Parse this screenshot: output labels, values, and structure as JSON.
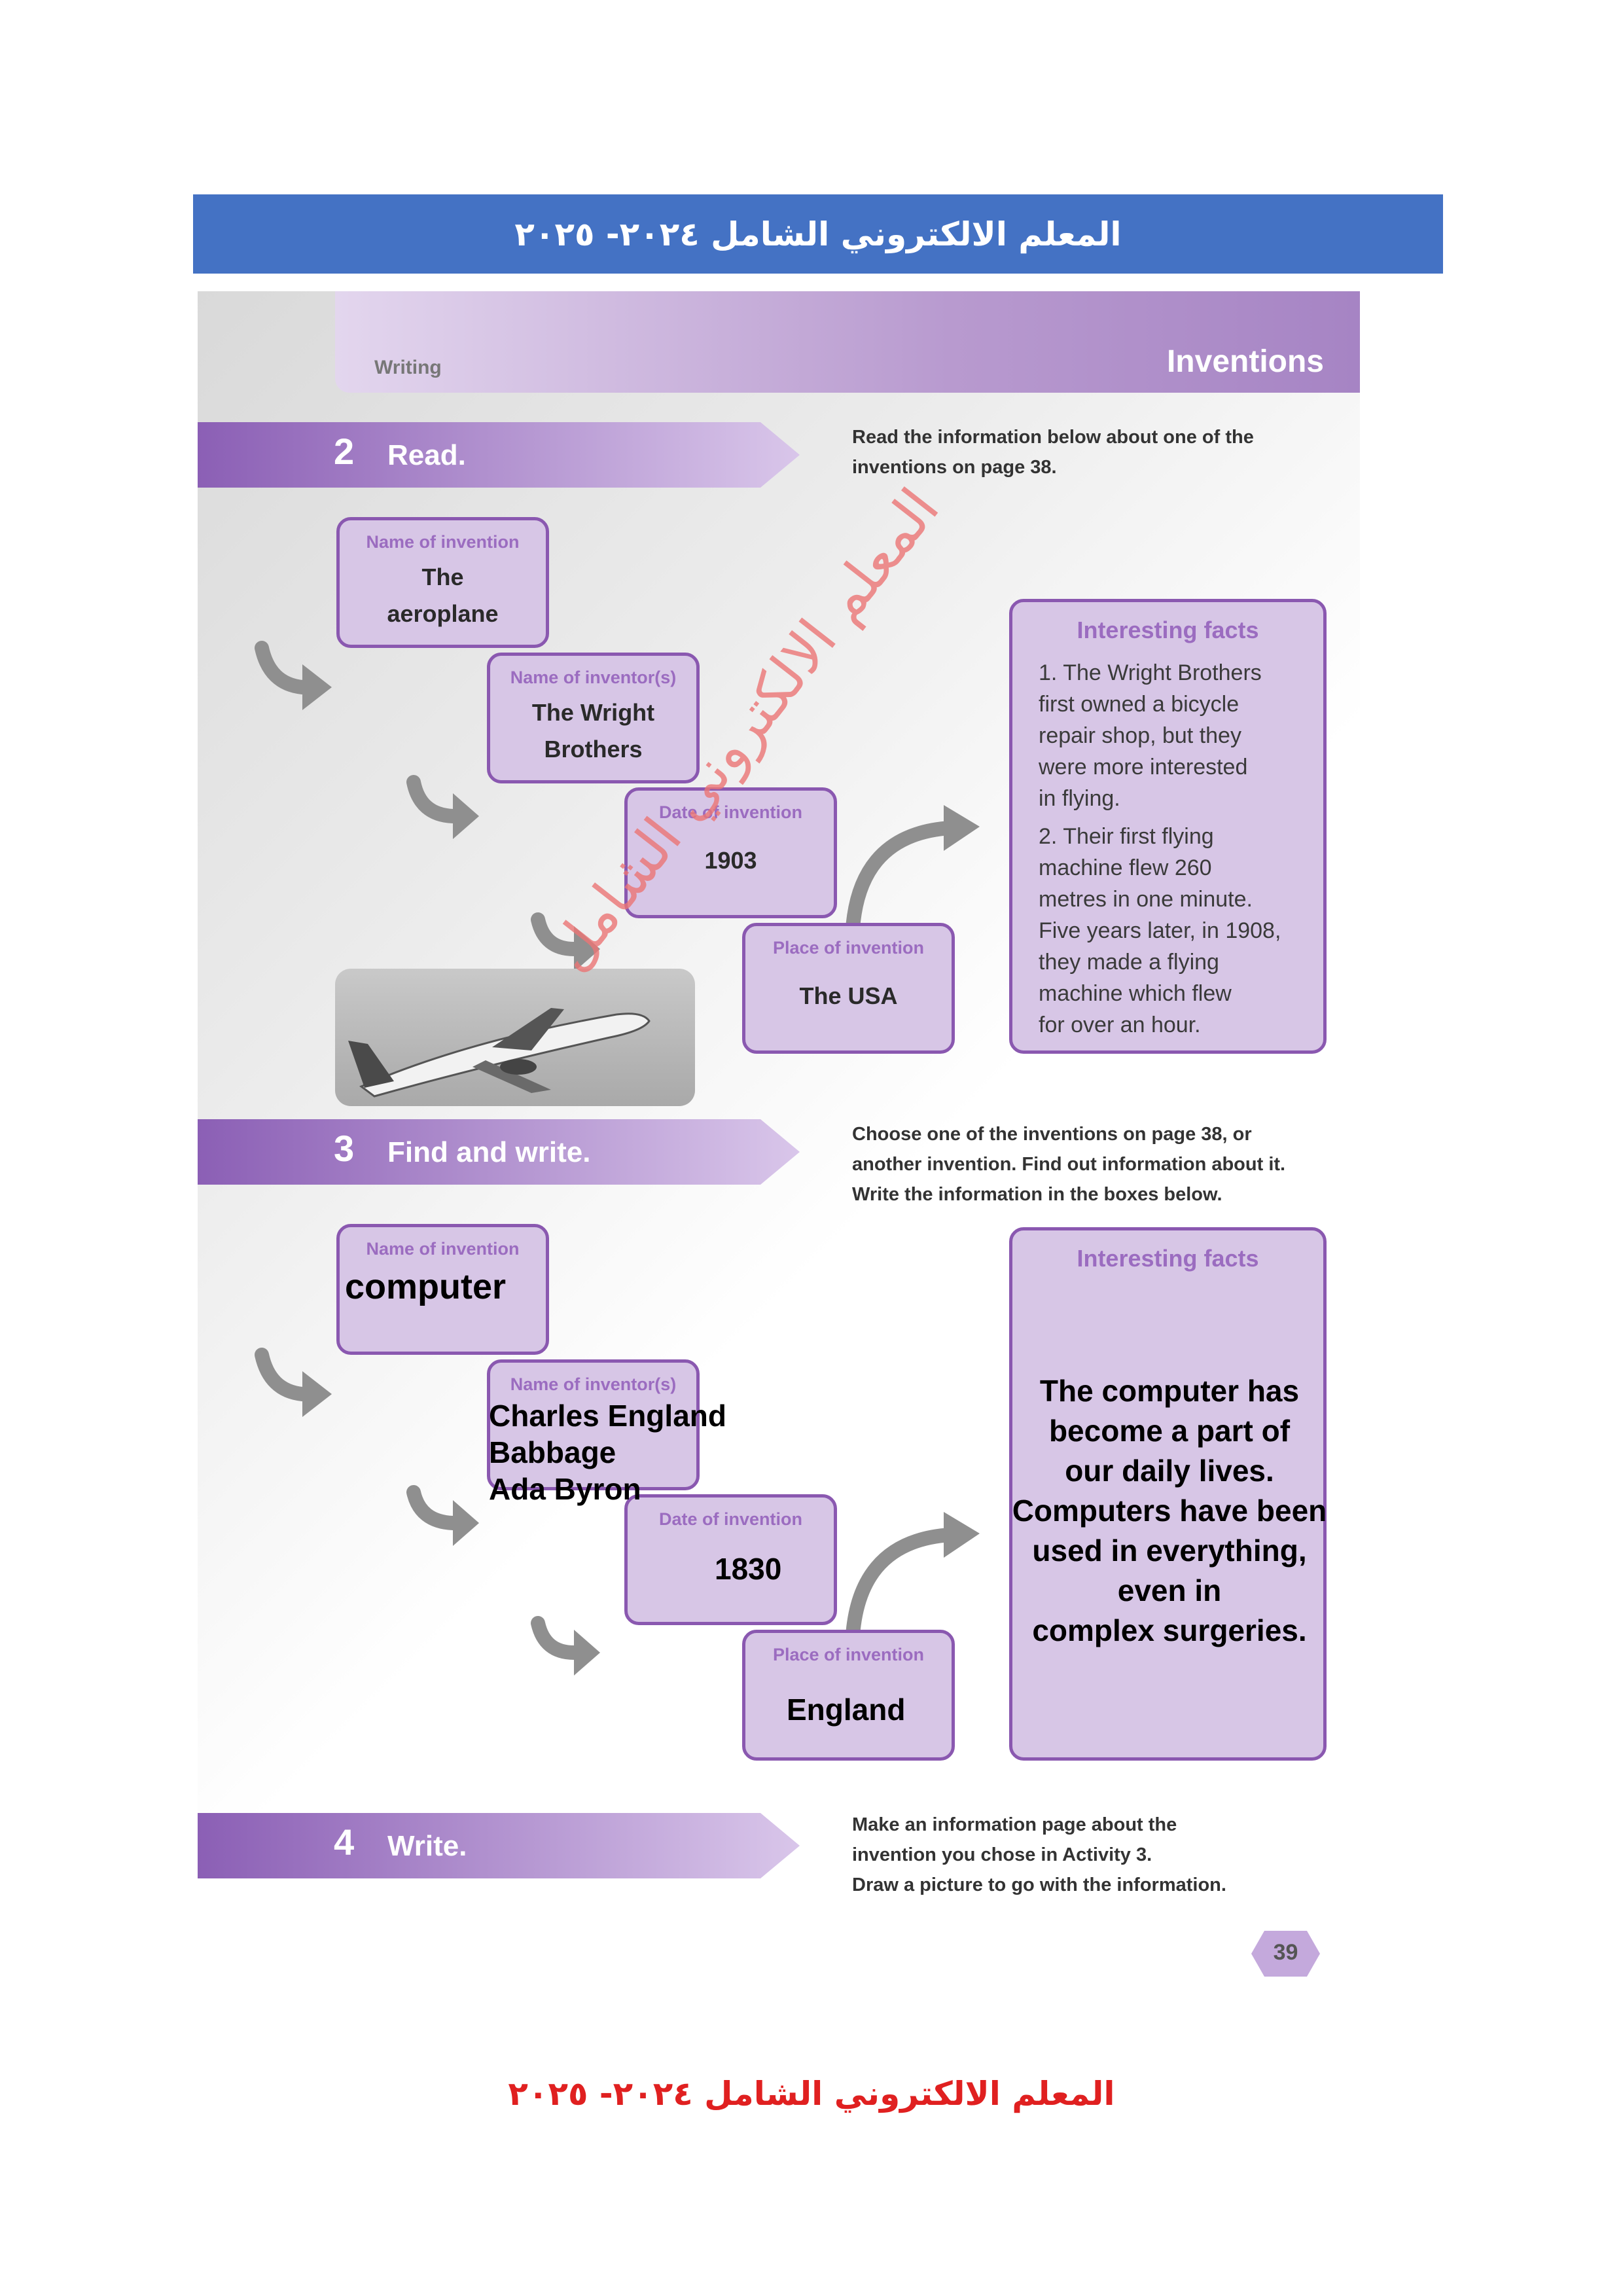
{
  "banner": {
    "title": "المعلم الالكتروني الشامل ٢٠٢٤- ٢٠٢٥"
  },
  "header": {
    "section": "Writing",
    "title": "Inventions"
  },
  "activity2": {
    "number": "2",
    "title": "Read.",
    "instruction_line1": "Read the information below about one of the",
    "instruction_line2": "inventions on page 38.",
    "boxes": [
      {
        "label": "Name of invention",
        "value_line1": "The",
        "value_line2": "aeroplane"
      },
      {
        "label": "Name of inventor(s)",
        "value_line1": "The Wright",
        "value_line2": "Brothers"
      },
      {
        "label": "Date of invention",
        "value_line1": "1903"
      },
      {
        "label": "Place of invention",
        "value_line1": "The USA"
      }
    ],
    "facts_title": "Interesting facts",
    "facts_lines": [
      "1. The Wright Brothers",
      "first owned a bicycle",
      "repair shop, but they",
      "were more interested",
      "in flying.",
      "2. Their first flying",
      "machine flew 260",
      "metres in one minute.",
      "Five years later, in 1908,",
      "they made a flying",
      "machine which flew",
      "for over an hour."
    ]
  },
  "activity3": {
    "number": "3",
    "title": "Find and write.",
    "instruction_line1": "Choose one of the inventions on page 38, or",
    "instruction_line2": "another invention. Find out information about it.",
    "instruction_line3": "Write the information in the boxes below.",
    "boxes": [
      {
        "label": "Name of invention",
        "answer": "computer"
      },
      {
        "label": "Name of inventor(s)",
        "answer_line1": "Charles England",
        "answer_line2": "Babbage",
        "answer_line3": "Ada Byron"
      },
      {
        "label": "Date of invention",
        "answer": "1830"
      },
      {
        "label": "Place of invention",
        "answer": "England"
      }
    ],
    "facts_title": "Interesting facts",
    "facts_answer_lines": [
      "The computer has",
      "become a part of",
      "our daily lives.",
      "Computers have been",
      "used in everything,",
      "even in",
      "complex surgeries."
    ]
  },
  "activity4": {
    "number": "4",
    "title": "Write.",
    "instruction_line1": "Make an information page about the",
    "instruction_line2": "invention you chose in Activity 3.",
    "instruction_line3": "Draw a picture to go with the information."
  },
  "page_number": "39",
  "watermark": "المعلم الالكتروني الشامل",
  "footer": {
    "title": "المعلم الالكتروني الشامل ٢٠٢٤- ٢٠٢٥"
  },
  "colors": {
    "banner": "#4472c4",
    "purple_band": "#9a6fbf",
    "box_fill": "#d7c6e6",
    "box_border": "#8a58b0",
    "footer_text": "#e02020"
  }
}
